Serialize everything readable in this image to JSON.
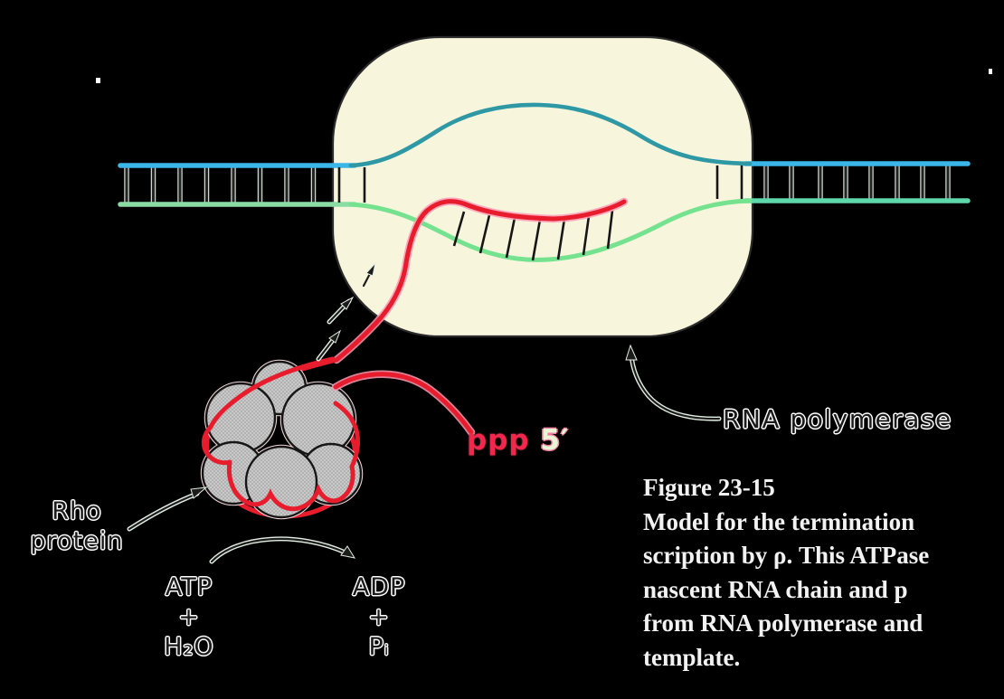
{
  "figure": {
    "caption": {
      "title": "Figure 23-15",
      "lines": [
        "Model for the termination",
        "scription by ρ. This ATPase",
        "nascent RNA chain and p",
        "from RNA polymerase and",
        "template."
      ]
    },
    "labels": {
      "rho_line1": "Rho",
      "rho_line2": "protein",
      "atp": "ATP",
      "plus": "+",
      "h2o": "H₂O",
      "adp": "ADP",
      "pi": "Pᵢ",
      "ppp": "ppp",
      "five_prime": "5′",
      "rna_polymerase": "RNA polymerase"
    }
  },
  "colors": {
    "background": "#000000",
    "polymerase_body": "#f8f5dd",
    "polymerase_outline": "#2a2a2a",
    "dna_top_strand": "#3ab6e8",
    "dna_top_strand_inner": "#2e98a4",
    "dna_bottom_strand_left": "#8adca4",
    "dna_bottom_strand_inner": "#74e28e",
    "dna_bottom_strand_right": "#5ed8ab",
    "rna_red": "#e71d2d",
    "rna_halo": "#ff9ab4",
    "rho_fill": "#c9c9c9",
    "rho_dot": "#949494",
    "rho_outline": "#161616",
    "arrow_dark": "#1c1c1c",
    "arrow_halo": "#e4efe4",
    "rung_dark": "#242424",
    "rung_halo": "#cfd8cf",
    "caption_text": "#f2f2f2",
    "label_text": "#1b1b1b",
    "label_outline": "#ffffff",
    "ppp_red": "#f3274b",
    "five_prime_fill": "#e9f6d5"
  }
}
